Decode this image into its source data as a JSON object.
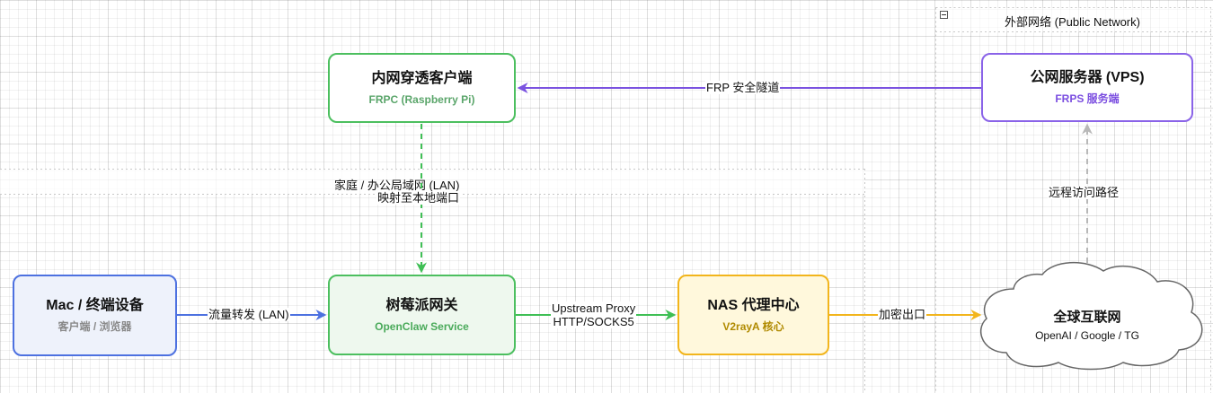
{
  "groups": {
    "public": {
      "label": "外部网络 (Public Network)"
    },
    "lan": {
      "label": "家庭 / 办公局域网 (LAN)"
    }
  },
  "nodes": {
    "frpc": {
      "title": "内网穿透客户端",
      "subtitle": "FRPC (Raspberry Pi)"
    },
    "vps": {
      "title": "公网服务器 (VPS)",
      "subtitle": "FRPS 服务端"
    },
    "mac": {
      "title": "Mac / 终端设备",
      "subtitle": "客户端 / 浏览器"
    },
    "gateway": {
      "title": "树莓派网关",
      "subtitle": "OpenClaw Service"
    },
    "nas": {
      "title": "NAS 代理中心",
      "subtitle": "V2rayA 核心"
    },
    "internet": {
      "title": "全球互联网",
      "subtitle": "OpenAI / Google / TG"
    }
  },
  "edges": {
    "tunnel": "FRP 安全隧道",
    "port_map": "映射至本地端口",
    "remote": "远程访问路径",
    "lan_forward": "流量转发 (LAN)",
    "upstream_line1": "Upstream Proxy",
    "upstream_line2": "HTTP/SOCKS5",
    "encrypted_exit": "加密出口"
  },
  "colors": {
    "green": "#4cbf5f",
    "purple": "#7a52e0",
    "blue": "#4d71e0",
    "yellow": "#f2b51c",
    "gray": "#b8b8b8"
  },
  "icons": {
    "group_toggle": "collapse-icon"
  }
}
